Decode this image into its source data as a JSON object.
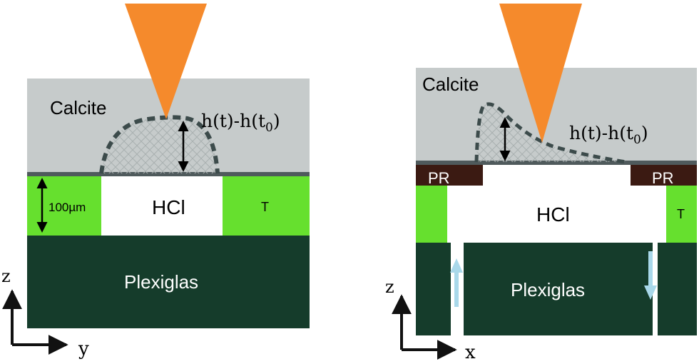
{
  "colors": {
    "calcite": "#c6cbcb",
    "plexiglas": "#153c2b",
    "tape_green": "#66e02e",
    "hcl": "#ffffff",
    "photoresist": "#3b1a12",
    "tip": "#f58a2c",
    "dissolution_outline": "#3c4b4b",
    "flow_arrow": "#a9d8ea",
    "interface_line": "#4f5a5c"
  },
  "icons": {
    "tip": "orange-cone-afm-tip",
    "pattern": "crosshatch-dissolution-pit",
    "arrows": "double-headed-height-arrow"
  },
  "left_panel": {
    "calcite_label": "Calcite",
    "height_label": "h(t)-h(t0)",
    "thickness_label": "100µm",
    "hcl_label": "HCl",
    "tape_label": "T",
    "plexiglas_label": "Plexiglas",
    "axis_vertical": "z",
    "axis_horizontal": "y"
  },
  "right_panel": {
    "calcite_label": "Calcite",
    "height_label": "h(t)-h(t0)",
    "pr_left_label": "PR",
    "pr_right_label": "PR",
    "hcl_label": "HCl",
    "tape_label": "T",
    "plexiglas_label": "Plexiglas",
    "axis_vertical": "z",
    "axis_horizontal": "x"
  }
}
